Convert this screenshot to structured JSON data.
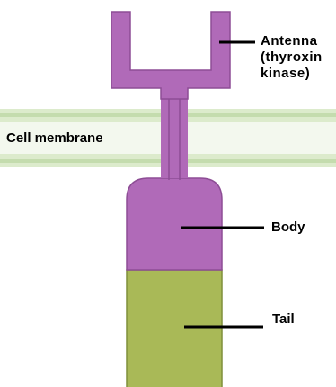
{
  "labels": {
    "antenna": "Antenna",
    "antenna_detail_1": "(thyroxin",
    "antenna_detail_2": "kinase)",
    "cell_membrane": "Cell membrane",
    "body": "Body",
    "tail": "Tail"
  },
  "colors": {
    "receptor_purple": "#b06ab8",
    "receptor_outline": "#8d4d95",
    "tail_green": "#a9b957",
    "tail_outline": "#7f8f3a",
    "membrane_green": "#cfe3bd",
    "pointer_line": "#000000"
  }
}
